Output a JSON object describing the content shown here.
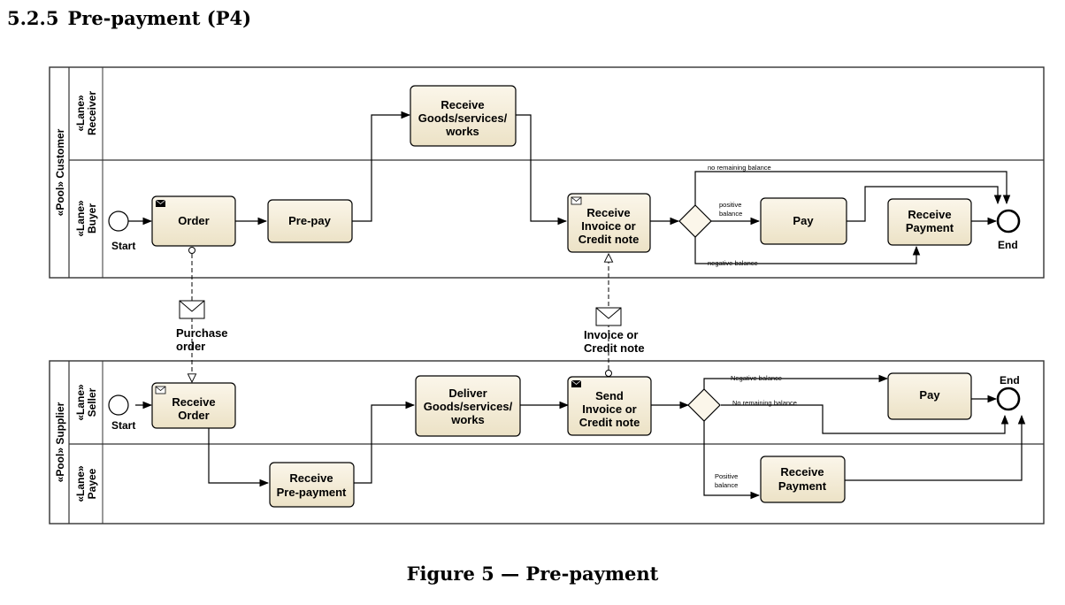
{
  "section": {
    "number": "5.2.5",
    "title": "Pre-payment (P4)"
  },
  "caption": "Figure 5 — Pre-payment",
  "pools": {
    "customer": {
      "label": "«Pool» Customer",
      "lanes": {
        "receiver": [
          "«Lane»",
          "Receiver"
        ],
        "buyer": [
          "«Lane»",
          "Buyer"
        ]
      }
    },
    "supplier": {
      "label": "«Pool» Supplier",
      "lanes": {
        "seller": [
          "«Lane»",
          "Seller"
        ],
        "payee": [
          "«Lane»",
          "Payee"
        ]
      }
    }
  },
  "tasks": {
    "order": [
      "Order"
    ],
    "prepay": [
      "Pre-pay"
    ],
    "receive_goods": [
      "Receive",
      "Goods/services/",
      "works"
    ],
    "receive_invoice": [
      "Receive",
      "Invoice or",
      "Credit note"
    ],
    "pay_buyer": [
      "Pay"
    ],
    "receive_payment_buyer": [
      "Receive",
      "Payment"
    ],
    "receive_order": [
      "Receive",
      "Order"
    ],
    "deliver_goods": [
      "Deliver",
      "Goods/services/",
      "works"
    ],
    "send_invoice": [
      "Send",
      "Invoice or",
      "Credit note"
    ],
    "pay_seller": [
      "Pay"
    ],
    "receive_prepayment": [
      "Receive",
      "Pre-payment"
    ],
    "receive_payment_payee": [
      "Receive",
      "Payment"
    ]
  },
  "events": {
    "start_buyer": "Start",
    "end_buyer": "End",
    "start_seller": "Start",
    "end_seller": "End"
  },
  "messages": {
    "purchase_order": [
      "Purchase",
      "order"
    ],
    "invoice": [
      "Invoice or",
      "Credit note"
    ]
  },
  "flow_labels": {
    "no_remaining_balance_buyer": "no remaining balance",
    "positive_balance_buyer": [
      "positive",
      "balance"
    ],
    "negative_balance_buyer": "negative balance",
    "negative_balance_seller": "Negative balance",
    "no_remaining_balance_seller": "No remaining balance",
    "positive_balance_seller": [
      "Positive",
      "balance"
    ]
  },
  "colors": {
    "task_fill_top": "#fbf6ea",
    "task_fill_bottom": "#ece2c6",
    "stroke": "#000000",
    "pool_border": "#333333"
  }
}
